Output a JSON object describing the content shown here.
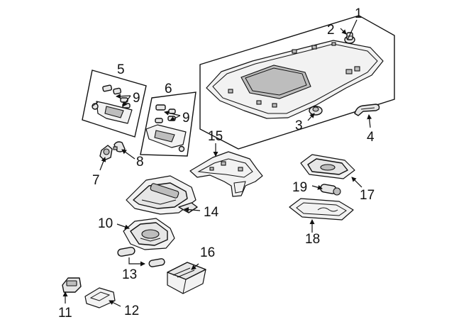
{
  "diagram": {
    "callouts": [
      "1",
      "2",
      "3",
      "4",
      "5",
      "6",
      "7",
      "8",
      "9",
      "9",
      "10",
      "11",
      "12",
      "13",
      "14",
      "15",
      "16",
      "17",
      "18",
      "19"
    ]
  }
}
